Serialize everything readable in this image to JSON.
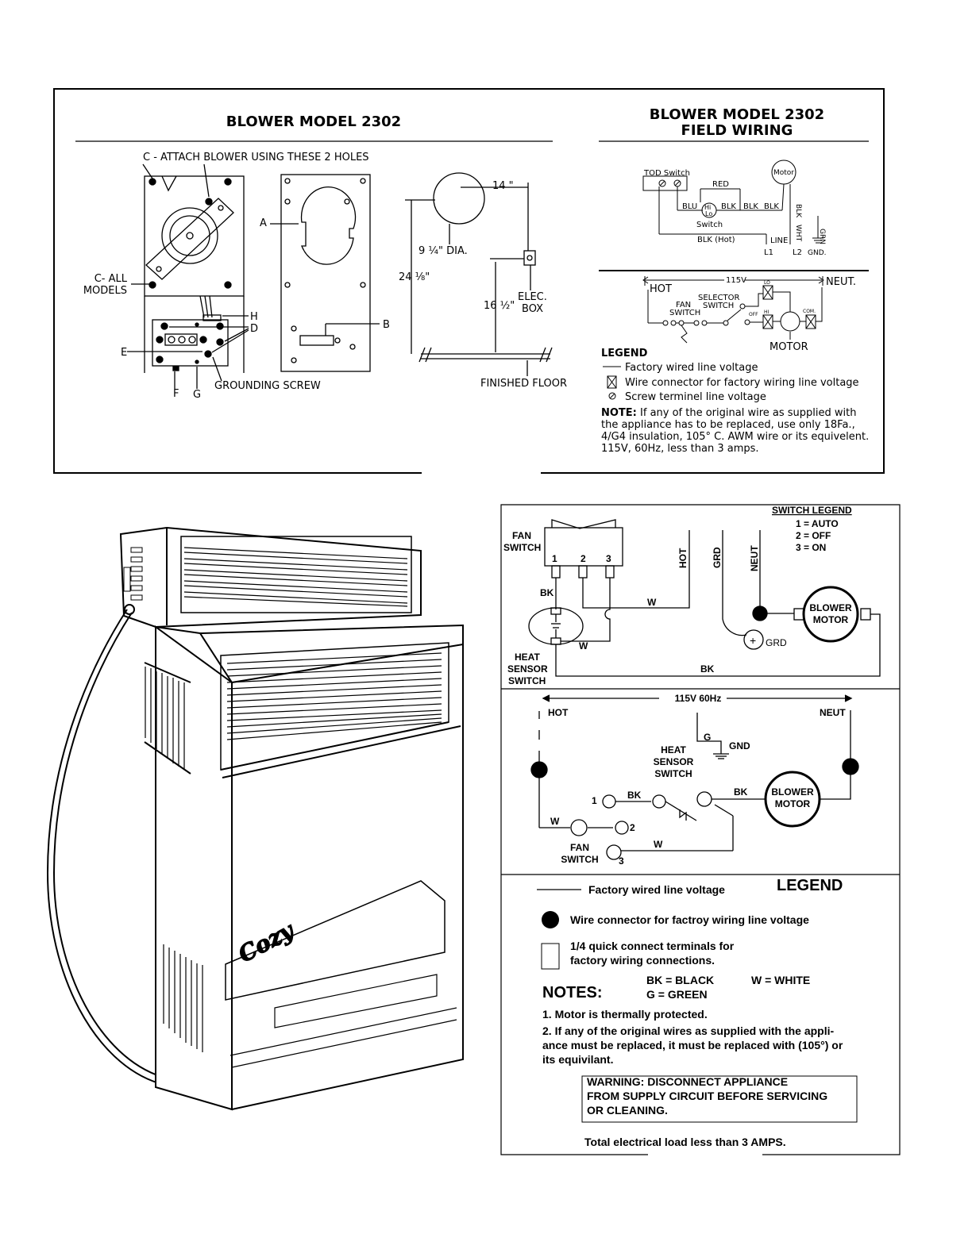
{
  "top_left": {
    "title": "BLOWER MODEL 2302",
    "c_label": "C - ATTACH BLOWER USING THESE 2 HOLES",
    "c_all_1": "C- ALL",
    "c_all_2": "MODELS",
    "a": "A",
    "b": "B",
    "e": "E",
    "f": "F",
    "g": "G",
    "h": "H",
    "d": "D",
    "grounding": "GROUNDING SCREW",
    "dim_14": "14 \"",
    "dim_dia": "9 ¼\" DIA.",
    "dim_24": "24 ⅛\"",
    "dim_16": "16 ½\"",
    "elec_1": "ELEC.",
    "elec_2": "BOX",
    "floor": "FINISHED FLOOR"
  },
  "top_right": {
    "title_1": "BLOWER MODEL 2302",
    "title_2": "FIELD WIRING",
    "tod": "TOD  Switch",
    "motor": "Motor",
    "red": "RED",
    "blu": "BLU",
    "hi": "Hi",
    "lo": "Lo",
    "blk": "BLK",
    "switch": "Switch",
    "blk_hot": "BLK (Hot)",
    "line": "LINE",
    "l1": "L1",
    "l2": "L2",
    "gnd": "GND.",
    "wht": "WHT",
    "grn": "GRN",
    "v115": "115V",
    "hot": "HOT",
    "neut": "NEUT.",
    "fan_1": "FAN",
    "fan_2": "SWITCH",
    "sel_1": "SELECTOR",
    "sel_2": "SWITCH",
    "lo2": "LO",
    "hi2": "HI",
    "off": "OFF",
    "com": "COM.",
    "motor2": "MOTOR",
    "legend": "LEGEND",
    "leg1": "Factory wired line voltage",
    "leg2": "Wire connector for factory wiring line voltage",
    "leg3": "Screw terminel line voltage",
    "note_b": "NOTE:",
    "note_1": " If any of the original wire as supplied with",
    "note_2": "the appliance has to be replaced, use only 18Fa.,",
    "note_3": "4/G4 insulation, 105° C. AWM wire or its equivelent.",
    "note_4": "115V, 60Hz, less than 3 amps."
  },
  "heater": {
    "brand": "Cozy"
  },
  "bottom_right": {
    "sw_legend": "SWITCH LEGEND",
    "sw1": "1 = AUTO",
    "sw2": "2 = OFF",
    "sw3": "3 = ON",
    "fan_1": "FAN",
    "fan_2": "SWITCH",
    "n1": "1",
    "n2": "2",
    "n3": "3",
    "hot": "HOT",
    "grd": "GRD",
    "neut": "NEUT",
    "bk": "BK",
    "w": "W",
    "blower_1": "BLOWER",
    "blower_2": "MOTOR",
    "plus": "+",
    "heat_1": "HEAT",
    "heat_2": "SENSOR",
    "heat_3": "SWITCH",
    "v115": "115V 60Hz",
    "neut2": "NEUT",
    "g": "G",
    "gnd": "GND",
    "legend": "LEGEND",
    "leg1": "Factory wired line voltage",
    "leg2": "Wire connector for factroy wiring line voltage",
    "leg3a": "1/4 quick connect terminals for",
    "leg3b": "factory wiring connections.",
    "notes": "NOTES:",
    "bk_black": "BK = BLACK",
    "g_green": "G = GREEN",
    "w_white": "W = WHITE",
    "note1": "1. Motor is thermally protected.",
    "note2a": "2. If any of the original wires as supplied with the appli-",
    "note2b": "ance must be replaced, it must be replaced with (105°) or",
    "note2c": "its equivilant.",
    "warn1": "WARNING: DISCONNECT APPLIANCE",
    "warn2": "FROM SUPPLY CIRCUIT BEFORE SERVICING",
    "warn3": "OR CLEANING.",
    "total": "Total electrical load less than 3 AMPS."
  }
}
